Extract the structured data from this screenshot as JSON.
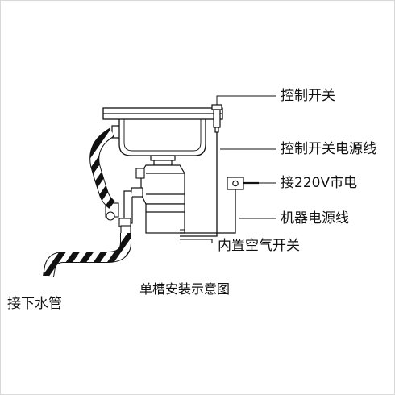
{
  "labels": {
    "control_switch": "控制开关",
    "control_switch_power_cord": "控制开关电源线",
    "mains_220v": "接220V市电",
    "machine_power_cord": "机器电源线",
    "builtin_air_switch": "内置空气开关",
    "to_drain_pipe": "接下水管"
  },
  "caption": "单槽安装示意图",
  "colors": {
    "line": "#111111",
    "stripe_light": "#ffffff",
    "stripe_dark": "#111111",
    "background": "#ffffff"
  }
}
